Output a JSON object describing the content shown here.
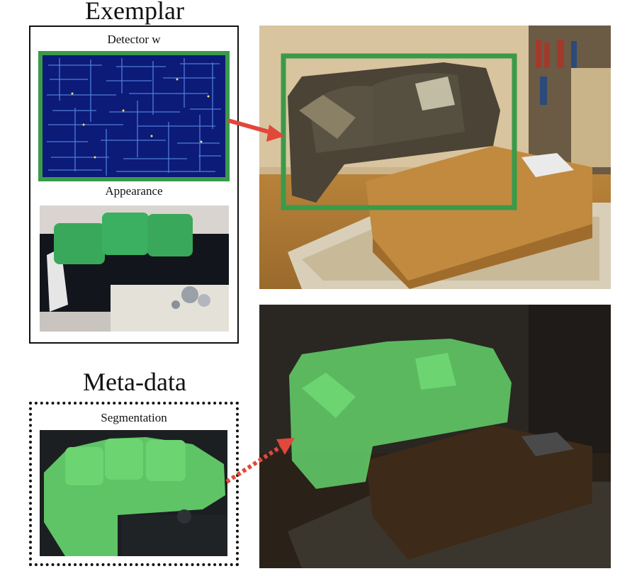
{
  "exemplar": {
    "heading": "Exemplar",
    "detector_caption": "Detector w",
    "appearance_caption": "Appearance"
  },
  "metadata": {
    "heading": "Meta-data",
    "segmentation_caption": "Segmentation"
  },
  "colors": {
    "detection_box": "#3a9a4a",
    "segmentation_mask": "#5fd06a",
    "arrow": "#e0483a"
  }
}
